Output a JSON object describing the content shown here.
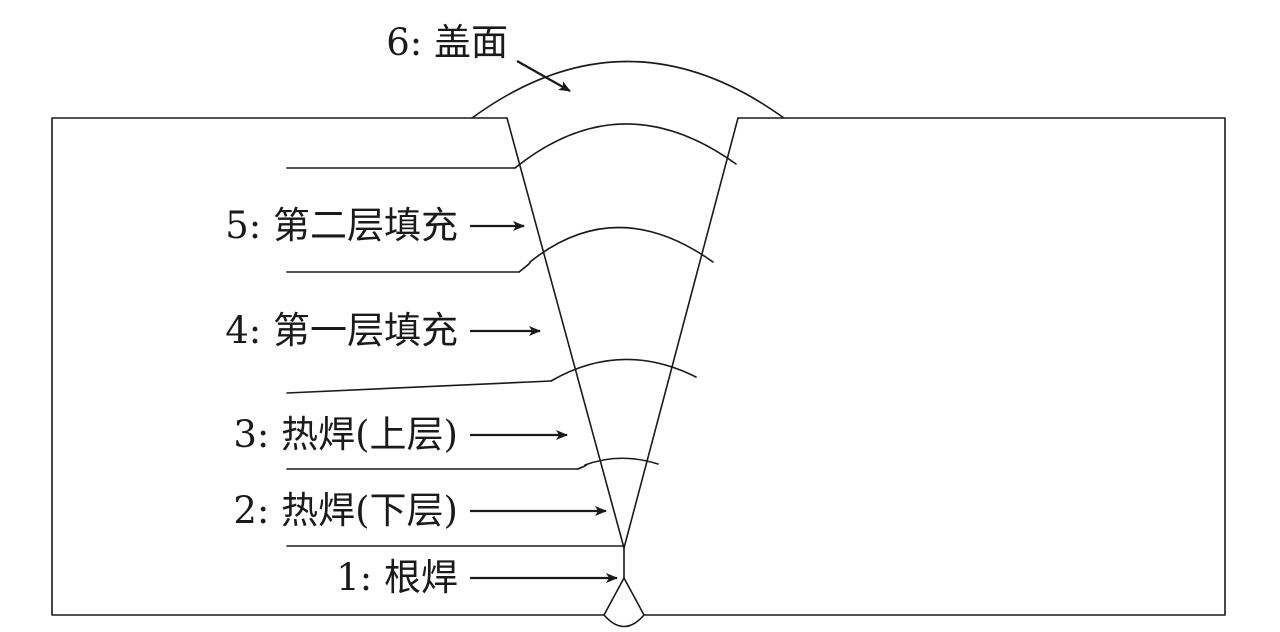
{
  "labels": {
    "cap": "6: 盖面",
    "fill2": "5: 第二层填充",
    "fill1": "4: 第一层填充",
    "hot_upper": "3: 热焊(上层)",
    "hot_lower": "2: 热焊(下层)",
    "root": "1: 根焊"
  },
  "colors": {
    "stroke": "#1a1a1a",
    "background": "#ffffff"
  }
}
